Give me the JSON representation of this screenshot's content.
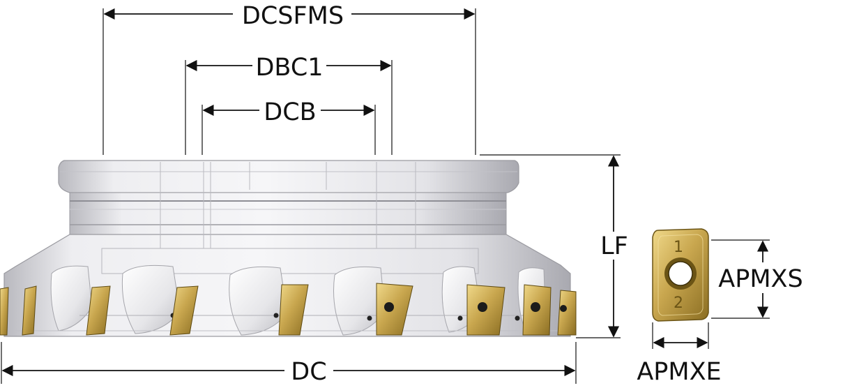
{
  "labels": {
    "dcsfms": "DCSFMS",
    "dbc1": "DBC1",
    "dcb": "DCB",
    "lf": "LF",
    "dc": "DC",
    "apmxs": "APMXS",
    "apmxe": "APMXE"
  },
  "insert_marks": {
    "top": "1",
    "bottom": "2"
  },
  "colors": {
    "body_light": "#f1f1f3",
    "body_mid": "#d6d6da",
    "body_dark": "#a8a8ae",
    "insert_gold": "#c9a74f",
    "insert_dark": "#8a6d22",
    "line": "#111111"
  }
}
